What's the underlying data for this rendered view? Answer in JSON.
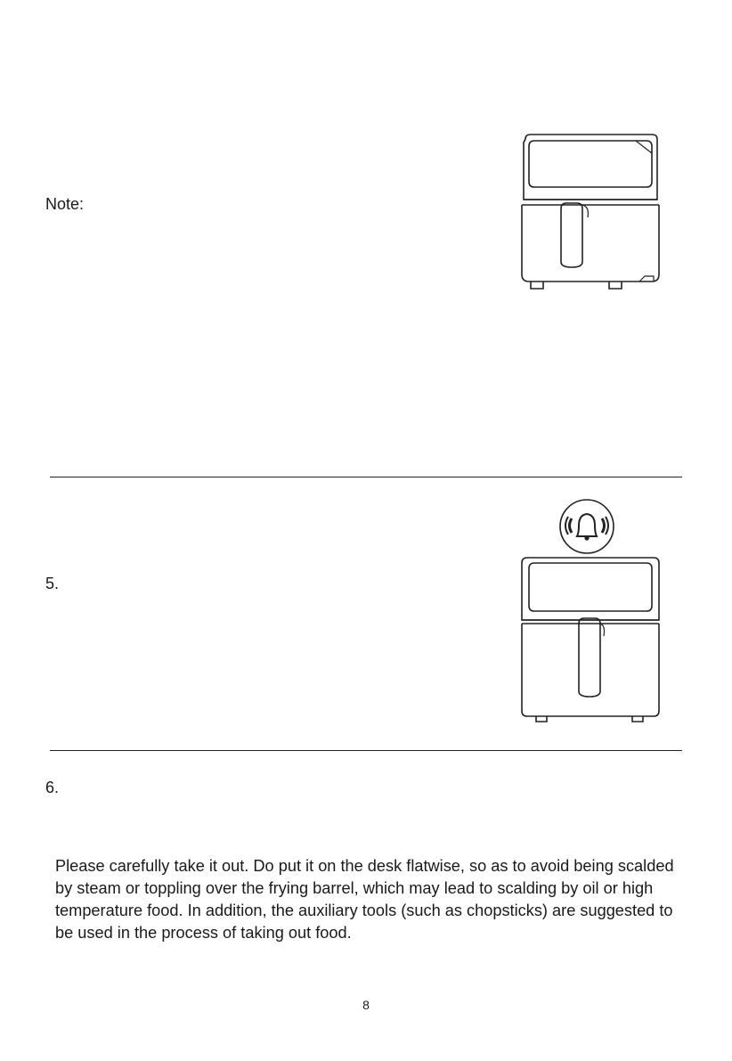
{
  "section_top": {
    "note_label": "Note:"
  },
  "step5": {
    "number": "5."
  },
  "step6": {
    "number": "6.",
    "text": "Please carefully take it out. Do put it on the desk flatwise, so as to avoid being scalded by steam or toppling over the frying barrel, which may lead to scalding by oil or high temperature food. In addition, the auxiliary tools (such as chopsticks) are suggested to be used in the process of taking out food."
  },
  "footer": {
    "page_number": "8"
  },
  "icons": {
    "fryer_top": "air-fryer-illustration",
    "bell": "bell-alert-icon",
    "fryer_step5": "air-fryer-illustration"
  }
}
